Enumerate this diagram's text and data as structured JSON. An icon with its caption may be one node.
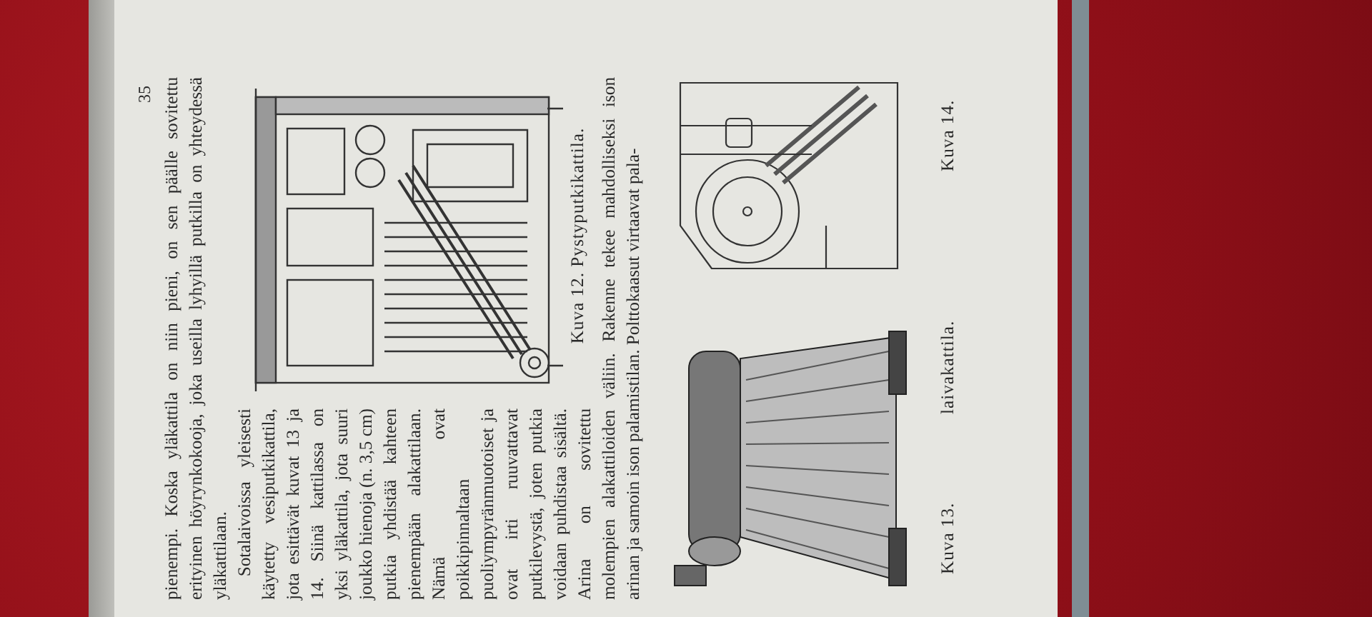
{
  "diagram": {
    "labels": [
      "35",
      "pienempi. Koska yläkattila on niin pieni, on sen päälle sovitettu erityinen höyrynkokooja, joka useilla lyhyillä putkilla on yhteydessä yläkattilaan.",
      "Sotalaivoissa yleisesti käytetty vesiputkikattila, jota esittävät kuvat 13 ja 14. Siinä kattilassa on yksi yläkattila, jota suuri joukko hienoja (n. 3,5 cm) putkia yhdistää kahteen pienempään alakattilaan. Nämä ovat poikkipinnaltaan puoliympyränmuotoiset ja ovat irti ruuvattavat putkilevystä, joten putkia voidaan puhdistaa sisältä. Arina on sovitettu molempien alakattiloiden väliin. Rakenne tekee mahdolliseksi ison arinan ja samoin ison palamistilan. Polttokaasut virtaavat pala-",
      "Kuva 12. Pystyputkikattila.",
      "Kuva 13.",
      "laivakattila.",
      "Kuva 14."
    ]
  }
}
